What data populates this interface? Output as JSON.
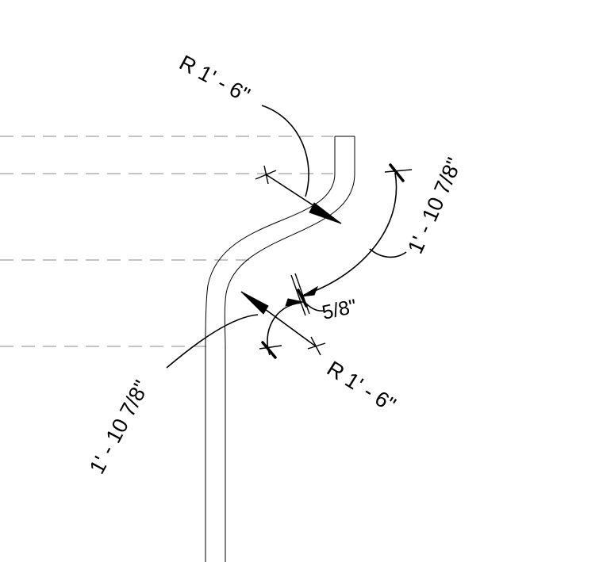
{
  "dimensions": {
    "radius_top": "R 1' - 6\"",
    "radius_bottom": "R 1' - 6\"",
    "arc_length_right": "1' - 10 7/8\"",
    "arc_length_left": "1' - 10 7/8\"",
    "offset": "5/8\""
  }
}
